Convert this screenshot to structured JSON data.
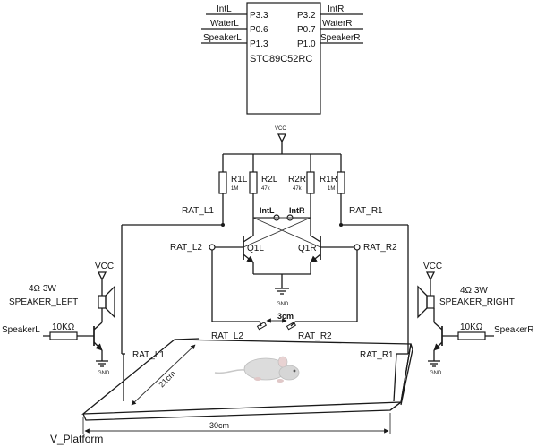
{
  "mcu": {
    "name": "STC89C52RC",
    "left_pins": [
      {
        "signal": "IntL",
        "pin": "P3.3"
      },
      {
        "signal": "WaterL",
        "pin": "P0.6"
      },
      {
        "signal": "SpeakerL",
        "pin": "P1.3"
      }
    ],
    "right_pins": [
      {
        "signal": "IntR",
        "pin": "P3.2"
      },
      {
        "signal": "WaterR",
        "pin": "P0.7"
      },
      {
        "signal": "SpeakerR",
        "pin": "P1.0"
      }
    ]
  },
  "vcc_top": "VCC",
  "resistors": {
    "r1l": {
      "name": "R1L",
      "value": "1M"
    },
    "r2l": {
      "name": "R2L",
      "value": "47k"
    },
    "r2r": {
      "name": "R2R",
      "value": "47k"
    },
    "r1r": {
      "name": "R1R",
      "value": "1M"
    }
  },
  "nodes": {
    "intl": "IntL",
    "intr": "IntR",
    "rat_l1": "RAT_L1",
    "rat_r1": "RAT_R1",
    "rat_l2": "RAT_L2",
    "rat_r2": "RAT_R2"
  },
  "transistors": {
    "left": "Q1L",
    "right": "Q1R"
  },
  "gnd_center": "GND",
  "spacing_label": "3cm",
  "speaker_left": {
    "vcc": "VCC",
    "spec": "4Ω  3W",
    "name": "SPEAKER_LEFT",
    "input": "SpeakerL",
    "resistor": "10KΩ",
    "gnd": "GND"
  },
  "speaker_right": {
    "vcc": "VCC",
    "spec": "4Ω  3W",
    "name": "SPEAKER_RIGHT",
    "input": "SpeakerR",
    "resistor": "10KΩ",
    "gnd": "GND"
  },
  "platform": {
    "rat_l2": "RAT_L2",
    "rat_r2": "RAT_R2",
    "rat_l1": "RAT_L1",
    "rat_r1": "RAT_R1",
    "width": "30cm",
    "depth": "21cm",
    "caption": "V_Platform"
  },
  "colors": {
    "ink": "#1a1a1a",
    "mouse": "#dcdcdc"
  }
}
